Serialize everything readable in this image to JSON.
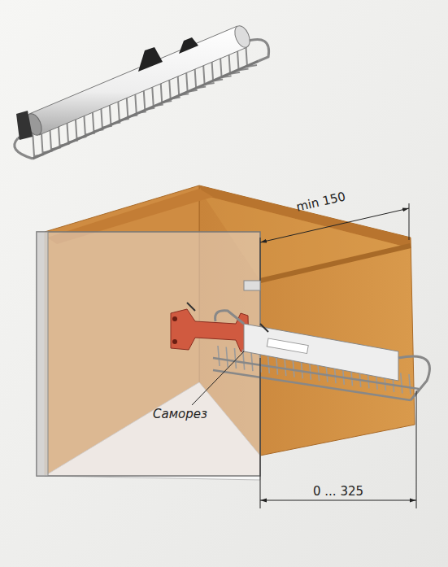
{
  "diagram": {
    "labels": [
      "min 150",
      "Саморез",
      "0 ... 325"
    ]
  }
}
